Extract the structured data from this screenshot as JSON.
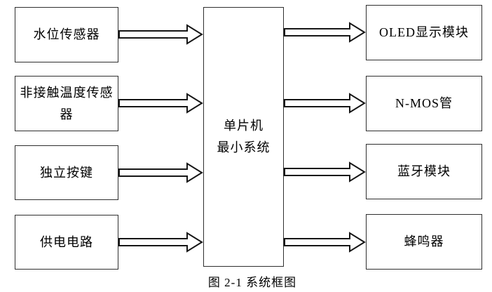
{
  "figure": {
    "caption": "图 2-1 系统框图",
    "center_box": {
      "lines": [
        "单片机",
        "最小系统"
      ]
    },
    "inputs": [
      {
        "label": "水位传感器"
      },
      {
        "label": "非接触温度传感器"
      },
      {
        "label": "独立按键"
      },
      {
        "label": "供电电路"
      }
    ],
    "outputs": [
      {
        "label": "OLED显示模块"
      },
      {
        "label": "N-MOS管"
      },
      {
        "label": "蓝牙模块"
      },
      {
        "label": "蜂鸣器"
      }
    ],
    "colors": {
      "background": "#ffffff",
      "box_border": "#2f2f2f",
      "box_fill": "#ffffff",
      "arrow_outline": "#161616",
      "arrow_fill": "#ffffff",
      "text": "#000000"
    }
  }
}
